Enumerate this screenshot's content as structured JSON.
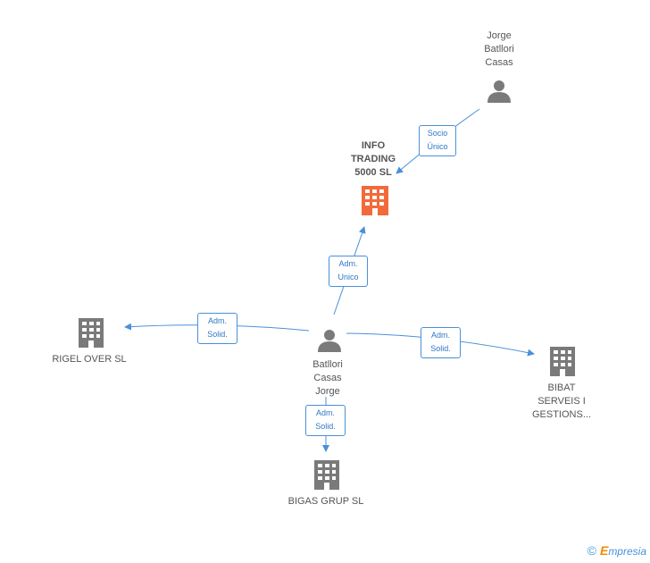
{
  "nodes": {
    "focus_company": {
      "label": "INFO\nTRADING\n5000 SL",
      "color": "#f26a3a"
    },
    "jorge_owner": {
      "label": "Jorge\nBatllori\nCasas"
    },
    "batllori_person": {
      "label": "Batllori\nCasas\nJorge"
    },
    "rigel": {
      "label": "RIGEL OVER  SL"
    },
    "bibat": {
      "label": "BIBAT\nSERVEIS I\nGESTIONS..."
    },
    "bigas": {
      "label": "BIGAS GRUP SL"
    }
  },
  "edges": {
    "socio_unico": "Socio\nÚnico",
    "adm_unico": "Adm.\nUnico",
    "adm_solid_rigel": "Adm.\nSolid.",
    "adm_solid_bibat": "Adm.\nSolid.",
    "adm_solid_bigas": "Adm.\nSolid."
  },
  "colors": {
    "edge": "#4a90d9",
    "node_gray": "#7a7a7a"
  },
  "footer": {
    "copyright_symbol": "©",
    "brand_initial": "E",
    "brand_rest": "mpresia"
  }
}
